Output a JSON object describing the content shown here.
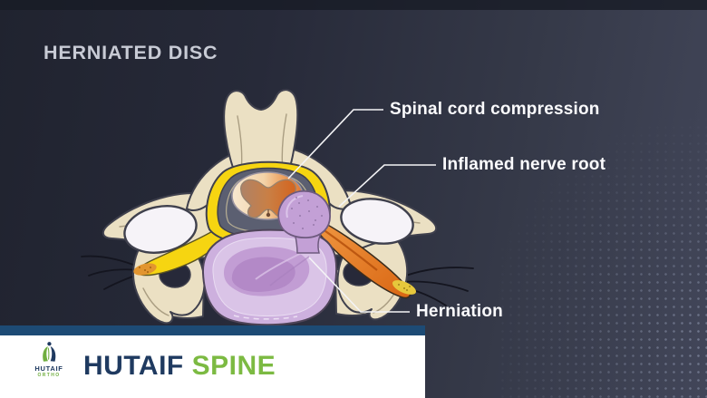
{
  "title": "HERNIATED DISC",
  "callouts": [
    {
      "label": "Spinal cord compression"
    },
    {
      "label": "Inflamed nerve root"
    },
    {
      "label": "Herniation"
    }
  ],
  "illustration": {
    "name": "cervical-vertebra-axial-cross-section",
    "parts": [
      "vertebra-bone",
      "spinous-process",
      "facet-joint-left",
      "facet-joint-right",
      "spinal-canal-ligament",
      "epidural-space",
      "spinal-cord",
      "gray-matter",
      "intervertebral-disc",
      "herniation-bulge",
      "inflamed-nerve-root",
      "nerve-root-left",
      "nerve-filaments"
    ]
  },
  "footer": {
    "logo": {
      "icon": "hutaif-ortho-logo-icon",
      "name": "HUTAIF",
      "subtitle": "ORTHO"
    },
    "brand": {
      "primary": "HUTAIF",
      "secondary": "SPINE"
    }
  },
  "colors": {
    "background_left": "#20232F",
    "background_right": "#424659",
    "title_text": "#C8CBD5",
    "label_text": "#FBFBFD",
    "callout_line": "#F4F4F6",
    "bone": "#EBE0C3",
    "ligament_yellow": "#F6D511",
    "canal_gray": "#5B5F71",
    "cord_cream": "#F8E8D0",
    "cord_orange": "#E07630",
    "disc_lavender": "#CDB0DE",
    "herniation_purple": "#C3A0D6",
    "inflamed_nerve_orange": "#E87A20",
    "footer_strip_blue": "#1D4B75",
    "footer_bar_white": "#FFFFFF",
    "brand_navy": "#1F3A60",
    "brand_green": "#7CBA42"
  }
}
